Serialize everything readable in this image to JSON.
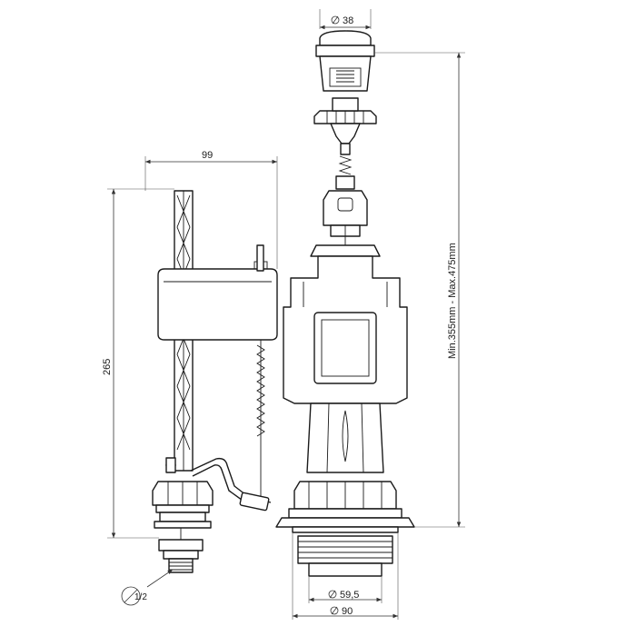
{
  "dimensions": {
    "top_button_diameter": "38",
    "fill_valve_width": "99",
    "fill_valve_height": "265",
    "flush_valve_height_range": "Min.355mm - Max.475mm",
    "inlet_thread": "1/2",
    "flush_valve_outlet_diameter": "59,5",
    "flush_valve_flange_diameter": "90"
  },
  "colors": {
    "line": "#1b1b1b",
    "background": "#ffffff"
  }
}
